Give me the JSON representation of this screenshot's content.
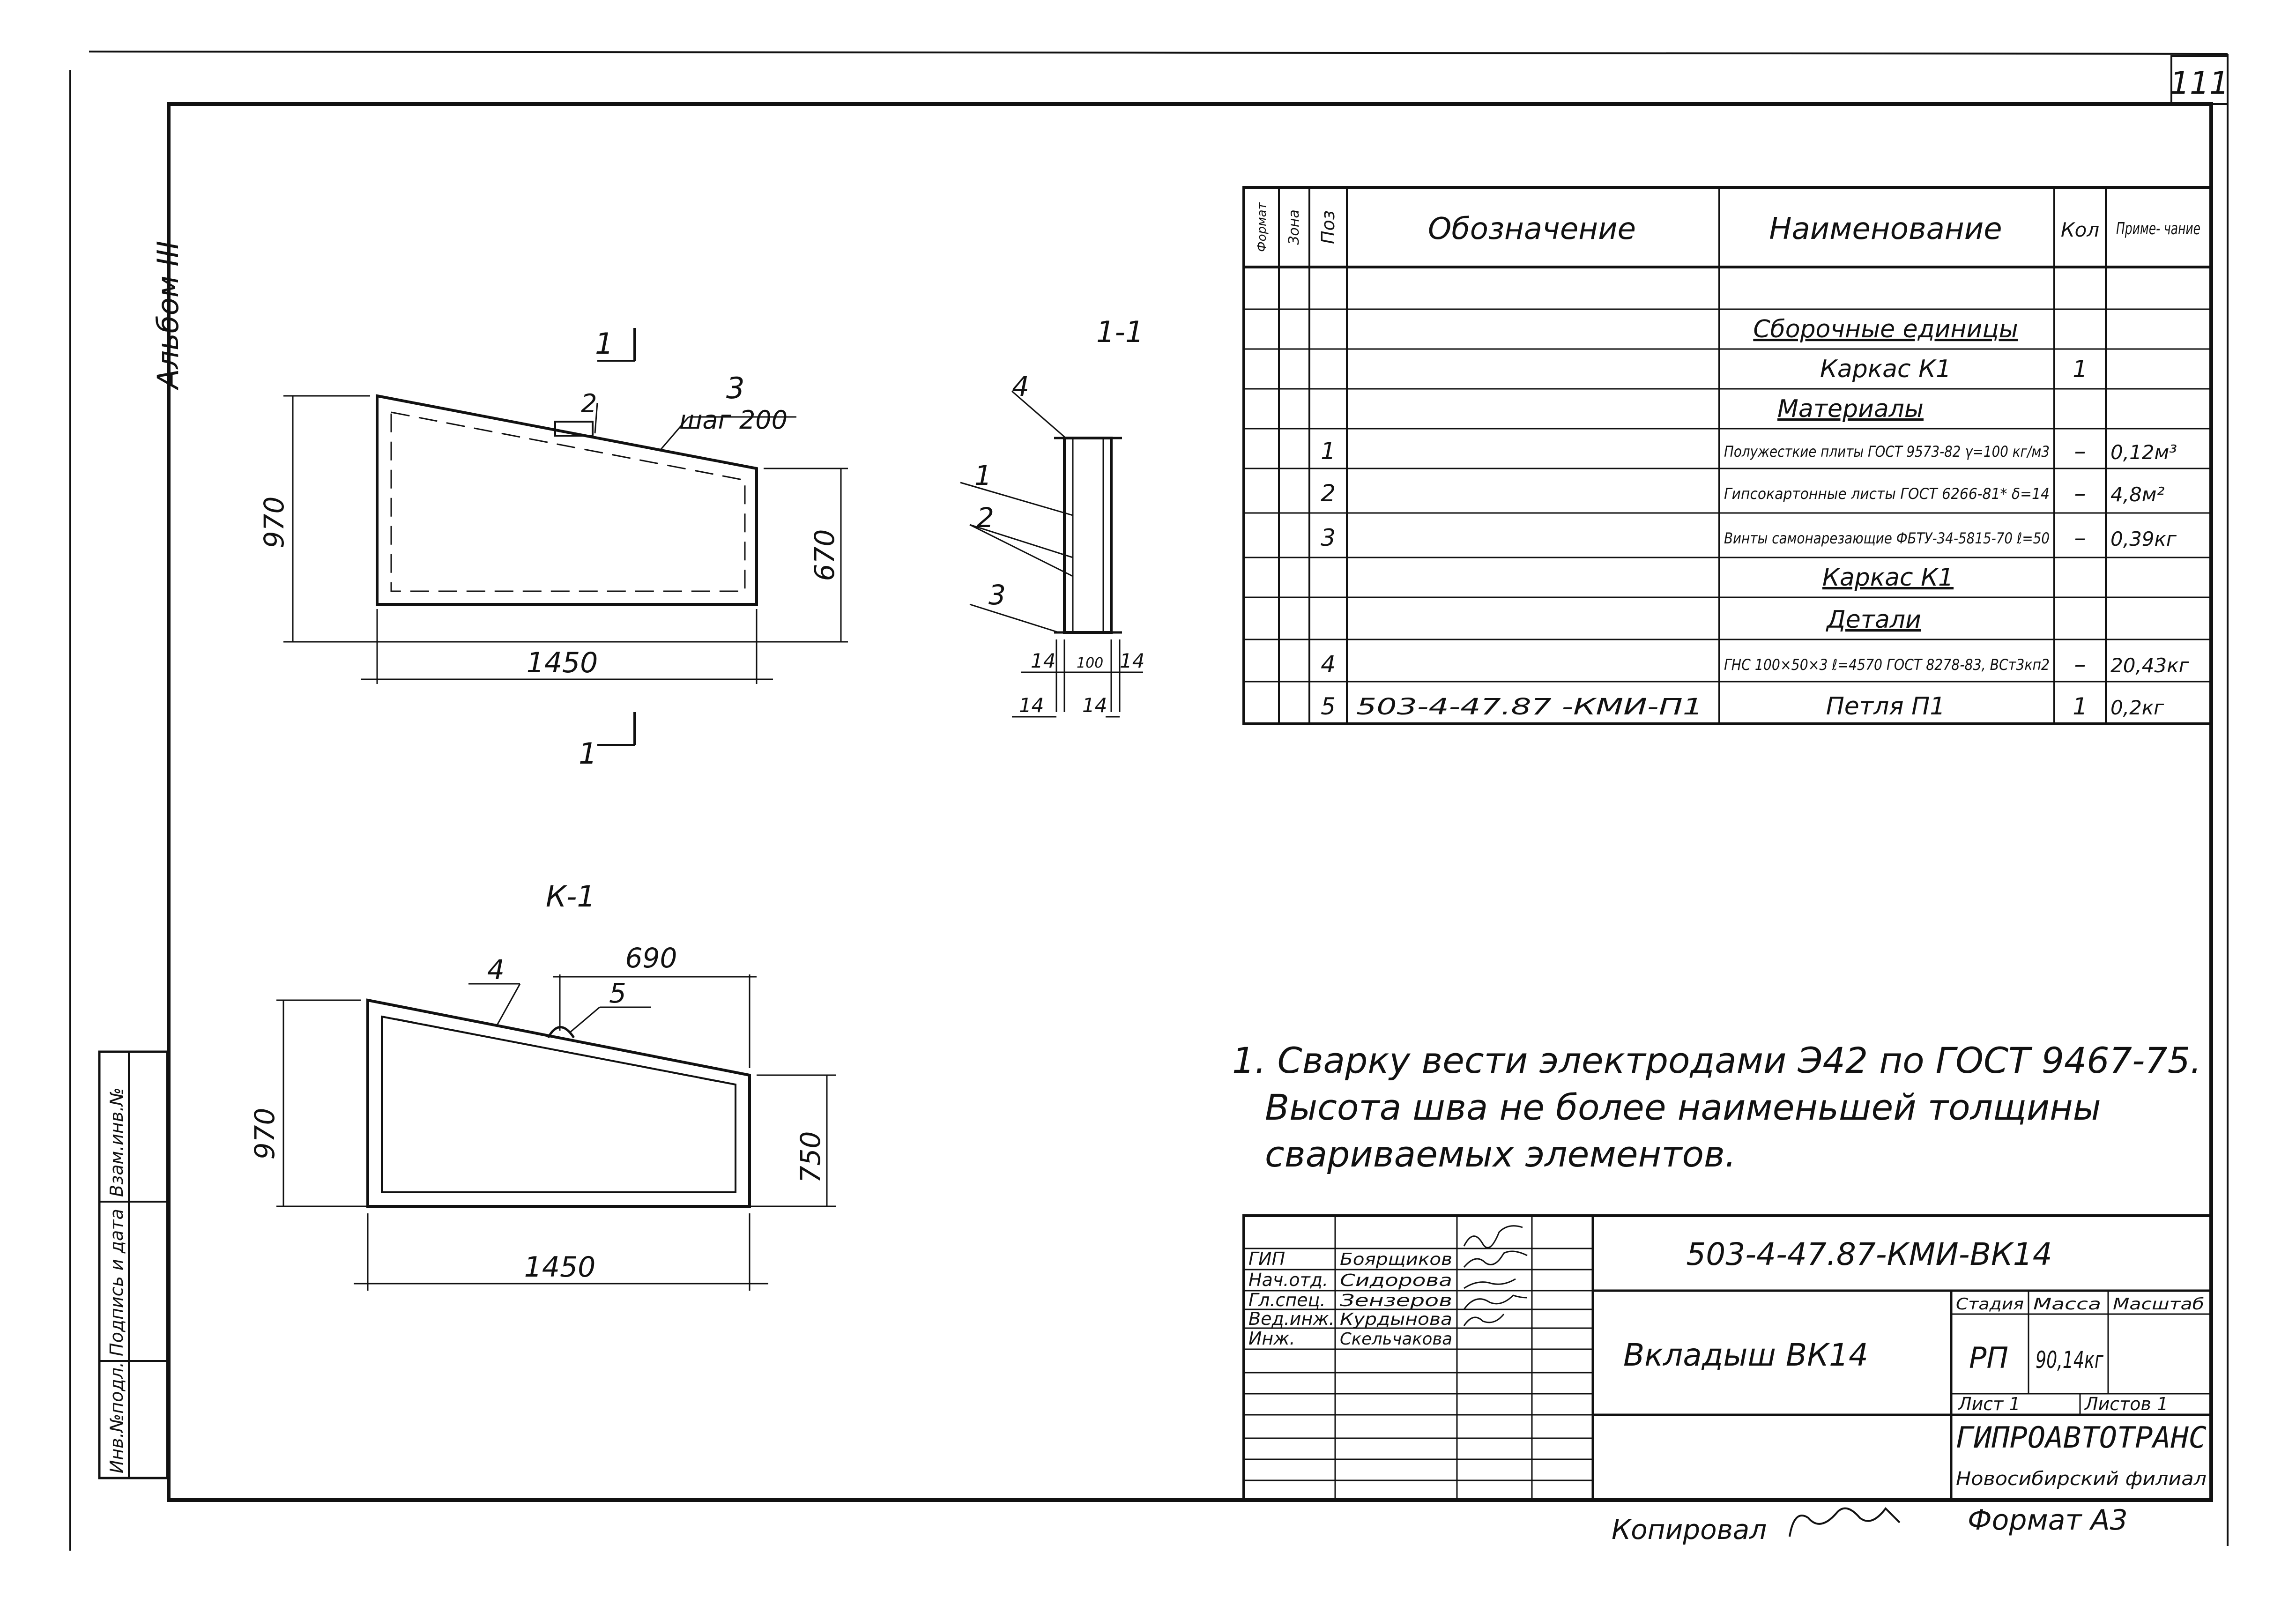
{
  "sheet_number": "111",
  "album_label": "Альбом III",
  "section_view": {
    "label": "1-1",
    "callouts": [
      "4",
      "1",
      "2",
      "3"
    ],
    "dims": [
      "14",
      "100",
      "14",
      "14",
      "14"
    ]
  },
  "plan_view": {
    "cut_marks": [
      "1",
      "1"
    ],
    "callouts": [
      "3",
      "шаг 200",
      "2"
    ],
    "dim_left": "970",
    "dim_right": "670",
    "dim_bottom": "1450"
  },
  "k1_view": {
    "label": "К-1",
    "callouts": [
      "4",
      "5"
    ],
    "dim_top": "690",
    "dim_left": "970",
    "dim_right": "750",
    "dim_bottom": "1450"
  },
  "spec_table": {
    "headers": {
      "format": "Формат",
      "zone": "Зона",
      "pos": "Поз",
      "designation": "Обозначение",
      "name": "Наименование",
      "qty": "Кол",
      "note": "Приме- чание"
    },
    "rows": [
      {
        "pos": "",
        "designation": "",
        "name": "",
        "qty": "",
        "note": ""
      },
      {
        "pos": "",
        "designation": "",
        "name": "Сборочные единицы",
        "qty": "",
        "note": ""
      },
      {
        "pos": "",
        "designation": "",
        "name": "Каркас К1",
        "qty": "1",
        "note": ""
      },
      {
        "pos": "",
        "designation": "",
        "name": "Материалы",
        "qty": "",
        "note": ""
      },
      {
        "pos": "1",
        "designation": "",
        "name": "Полужесткие плиты ГОСТ 9573-82 γ=100 кг/м3",
        "qty": "–",
        "note": "0,12м³"
      },
      {
        "pos": "2",
        "designation": "",
        "name": "Гипсокартонные листы ГОСТ 6266-81* δ=14",
        "qty": "–",
        "note": "4,8м²"
      },
      {
        "pos": "3",
        "designation": "",
        "name": "Винты самонарезающие ФБТУ-34-5815-70 ℓ=50",
        "qty": "–",
        "note": "0,39кг"
      },
      {
        "pos": "",
        "designation": "",
        "name": "Каркас К1",
        "qty": "",
        "note": ""
      },
      {
        "pos": "",
        "designation": "",
        "name": "Детали",
        "qty": "",
        "note": ""
      },
      {
        "pos": "4",
        "designation": "",
        "name": "ГНС 100×50×3 ℓ=4570 ГОСТ 8278-83, ВСт3кп2",
        "qty": "–",
        "note": "20,43кг"
      },
      {
        "pos": "5",
        "designation": "503-4-47.87 -КМИ-П1",
        "name": "Петля П1",
        "qty": "1",
        "note": "0,2кг"
      }
    ]
  },
  "notes": [
    "1. Сварку вести электродами Э42 по ГОСТ 9467-75.",
    "Высота шва не более наименьшей толщины",
    "свариваемых элементов."
  ],
  "title_block": {
    "code": "503-4-47.87-КМИ-ВК14",
    "title": "Вкладыш ВК14",
    "roles": [
      "ГИП",
      "Нач.отд.",
      "Гл.спец.",
      "Вед.инж.",
      "Инж."
    ],
    "names": [
      "Боярщиков",
      "Сидорова",
      "Зензеров",
      "Курдынова",
      "Скельчакова"
    ],
    "headers": {
      "stage": "Стадия",
      "mass": "Масса",
      "scale": "Масштаб"
    },
    "stage": "РП",
    "mass": "90,14кг",
    "sheet": "Лист 1",
    "sheets": "Листов 1",
    "org": "ГИПРОАВТОТРАНС",
    "branch": "Новосибирский филиал"
  },
  "side_stamp": [
    "Инв.№подл.",
    "Подпись и дата",
    "Взам.инв.№"
  ],
  "footer": {
    "copied": "Копировал",
    "format": "Формат А3"
  }
}
